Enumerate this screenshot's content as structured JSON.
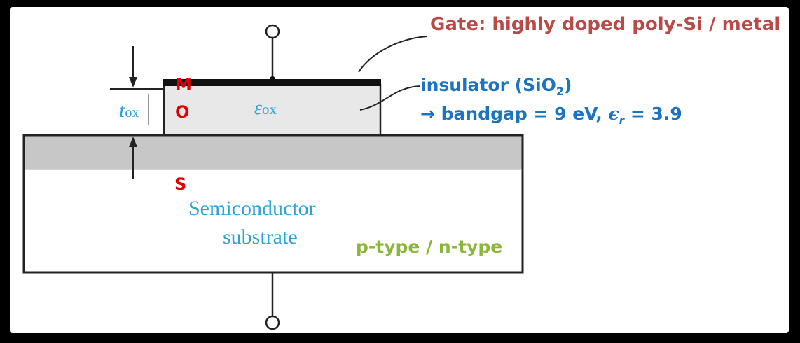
{
  "diagram": {
    "gate_label": "Gate: highly doped poly-Si / metal",
    "insulator_label": "insulator (SiO",
    "insulator_sub": "2",
    "insulator_close": ")",
    "bandgap_text": "→ bandgap = 9 eV, ",
    "epsilon_symbol": "ϵ",
    "epsilon_sub": "r",
    "epsilon_value": " = 3.9",
    "letter_m": "M",
    "letter_o": "O",
    "letter_s": "S",
    "eps_ox_symbol": "ε",
    "eps_ox_sub": "ox",
    "tox_symbol": "t",
    "tox_sub": "ox",
    "substrate_line1": "Semiconductor",
    "substrate_line2": "substrate",
    "doping_label": "p-type / n-type"
  },
  "colors": {
    "gate_label": "#b84a48",
    "insulator_label": "#1c74c0",
    "mos_letters": "#e00000",
    "symbols": "#2aa4d8",
    "doping_label": "#8ab63a",
    "oxide_fill": "#e8e8e8",
    "channel_fill": "#c7c7c7",
    "gate_metal": "#111111"
  }
}
